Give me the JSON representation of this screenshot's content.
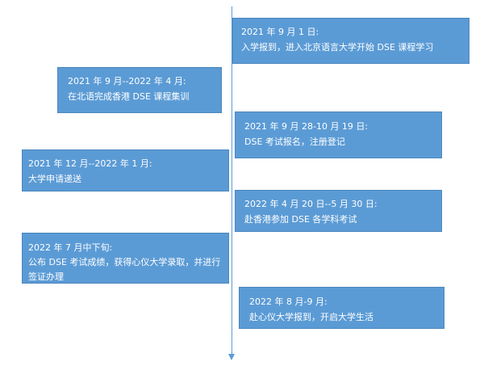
{
  "timeline": {
    "events": [
      {
        "date": "2021 年 9 月 1 日:",
        "desc": "入学报到，进入北京语言大学开始 DSE 课程学习"
      },
      {
        "date": "2021 年 9 月--2022 年 4 月:",
        "desc": "在北语完成香港 DSE 课程集训"
      },
      {
        "date": "2021 年 9 月 28-10 月 19 日:",
        "desc": "DSE 考试报名，注册登记"
      },
      {
        "date": "2021 年 12 月--2022 年 1 月:",
        "desc": "大学申请递送"
      },
      {
        "date": "2022 年 4 月 20 日--5 月 30 日:",
        "desc": "赴香港参加 DSE 各学科考试"
      },
      {
        "date": "2022 年 7 月中下旬:",
        "desc": "公布 DSE 考试成绩，获得心仪大学录取，并进行签证办理"
      },
      {
        "date": "2022 年 8 月-9 月:",
        "desc": "赴心仪大学报到，开启大学生活"
      }
    ]
  },
  "colors": {
    "box_fill": "#5b9bd5",
    "axis": "#5b9bd5",
    "text": "#ffffff"
  }
}
